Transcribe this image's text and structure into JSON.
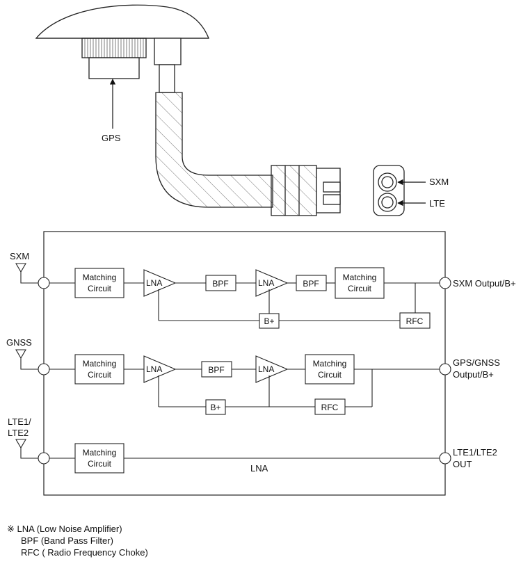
{
  "antenna": {
    "gps_label": "GPS",
    "connector_labels": {
      "sxm": "SXM",
      "lte": "LTE"
    }
  },
  "block": {
    "inputs": {
      "sxm": "SXM",
      "gnss": "GNSS",
      "lte_1": "LTE1/",
      "lte_2": "LTE2"
    },
    "outputs": {
      "sxm": "SXM Output/B+",
      "gps_1": "GPS/GNSS",
      "gps_2": "Output/B+",
      "lte_1": "LTE1/LTE2",
      "lte_2": "OUT"
    },
    "matching_1": "Matching",
    "matching_2": "Circuit",
    "lna": "LNA",
    "bpf": "BPF",
    "bplus": "B+",
    "rfc": "RFC",
    "lte_path_label": "LNA"
  },
  "notes": {
    "symbol": "※",
    "lna": "LNA (Low Noise Amplifier)",
    "bpf": "BPF (Band Pass Filter)",
    "rfc": "RFC ( Radio Frequency Choke)"
  }
}
